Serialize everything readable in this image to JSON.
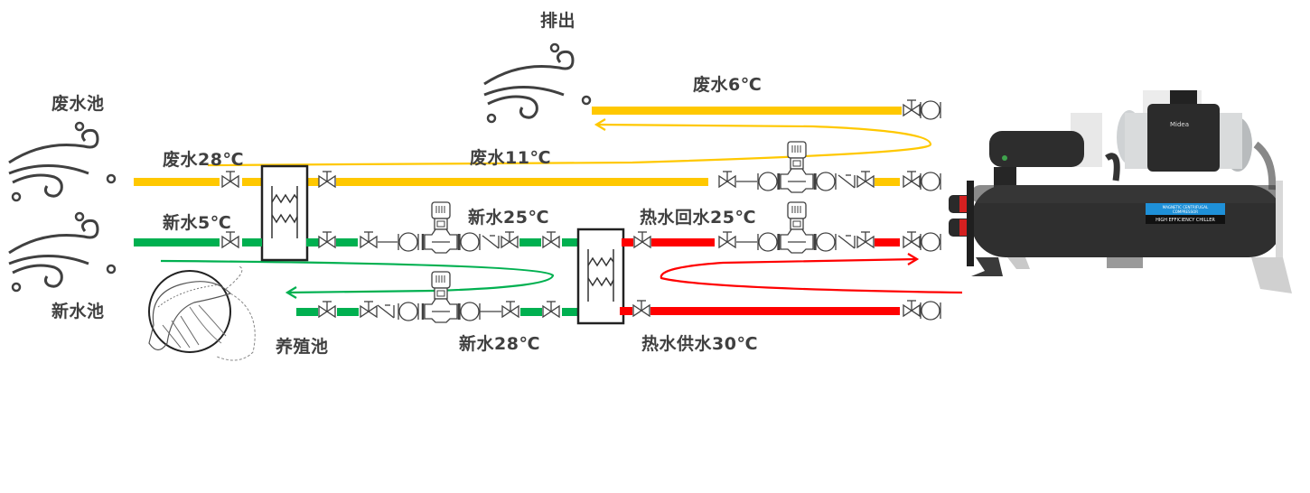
{
  "colors": {
    "waste_water": "#FFC800",
    "fresh_water": "#00B050",
    "hot_water": "#FF0000",
    "symbol": "#404040",
    "label": "#404040",
    "chiller_body": "#2a2a2a",
    "chiller_badge": "#1e90d8"
  },
  "labels": {
    "discharge": "排出",
    "waste_pool": "废水池",
    "fresh_pool": "新水池",
    "breeding_pool": "养殖池",
    "waste_6": "废水6℃",
    "waste_28": "废水28℃",
    "waste_11": "废水11℃",
    "fresh_5": "新水5℃",
    "fresh_25": "新水25℃",
    "fresh_28": "新水28℃",
    "hot_return_25": "热水回水25℃",
    "hot_supply_30": "热水供水30℃"
  },
  "icons": {
    "wind": "wind-icon",
    "shrimp": "shrimp-icon",
    "valve": "gate-valve-icon",
    "pump": "circulation-pump-icon",
    "check_valve": "check-valve-icon",
    "heat_exchanger": "plate-heat-exchanger-icon",
    "flow_arrow": "flow-arrow-icon",
    "chiller": "heat-pump-chiller-unit"
  },
  "chiller": {
    "brand": "Midea",
    "badge_line1": "MAGNETIC CENTRIFUGAL",
    "badge_line2": "COMPRESSOR",
    "badge_line3": "HIGH EFFICIENCY CHILLER"
  }
}
